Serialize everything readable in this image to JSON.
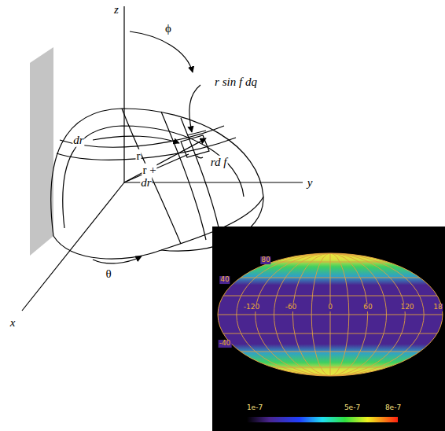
{
  "diagram": {
    "labels": [
      "z",
      "ϕ",
      "r sin f dq",
      "dr",
      "r",
      "r +",
      "dr",
      "rd f",
      "y",
      "θ",
      "x",
      "80",
      "40",
      "-120",
      "-60",
      "0",
      "60",
      "120",
      "18",
      "-40",
      "1e-7",
      "5e-7",
      "8e-7"
    ]
  }
}
